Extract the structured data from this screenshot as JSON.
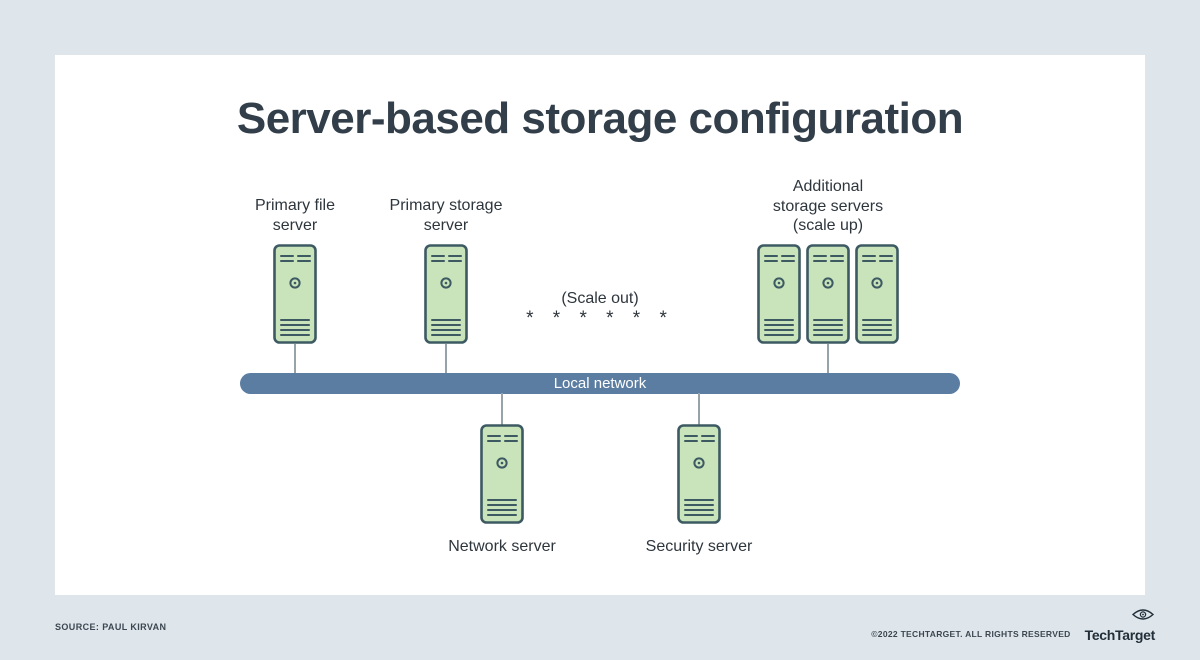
{
  "header": {
    "title": "Server-based storage configuration"
  },
  "diagram": {
    "labels": {
      "primary_file": "Primary file\nserver",
      "primary_storage": "Primary storage\nserver",
      "additional_storage": "Additional\nstorage servers\n(scale up)",
      "scale_out": "(Scale out)",
      "scale_out_marks": "* * * * * *",
      "network_bar": "Local network",
      "network_server": "Network server",
      "security_server": "Security server"
    },
    "colors": {
      "server_fill": "#c9e3ba",
      "server_stroke": "#3d5a63",
      "network_bar": "#5b7da1",
      "connector": "#98a2a9",
      "background": "#dee6eb",
      "title_text": "#323e49"
    }
  },
  "footer": {
    "source": "SOURCE: PAUL KIRVAN",
    "copyright": "©2022 TECHTARGET. ALL RIGHTS RESERVED",
    "brand": "TechTarget"
  }
}
